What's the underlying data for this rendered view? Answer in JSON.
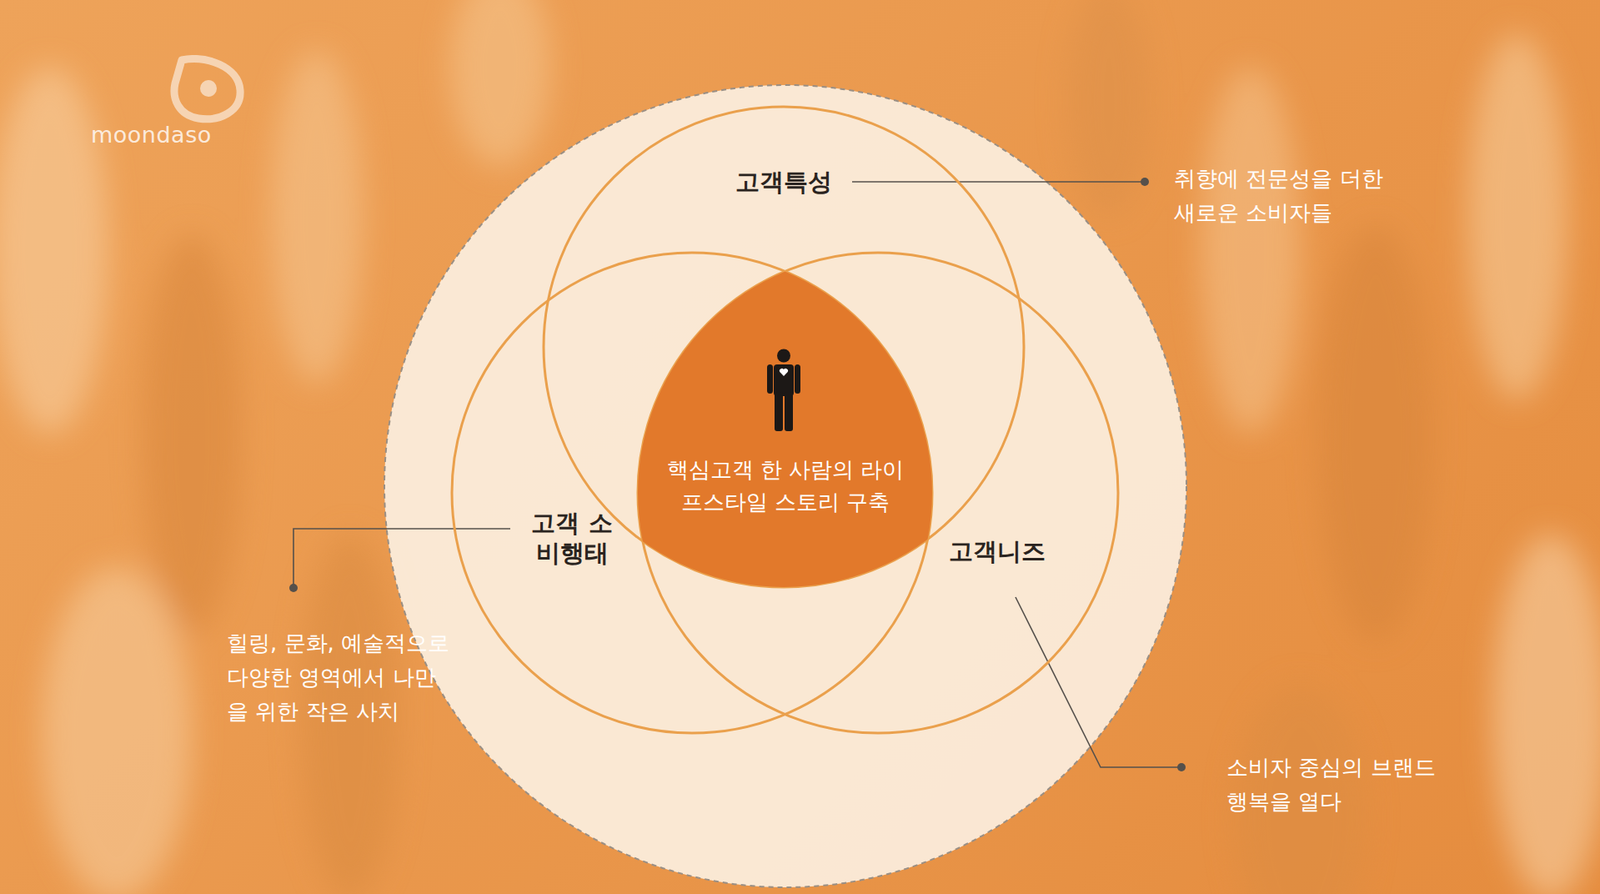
{
  "diagram": {
    "nodes": [
      {
        "text": [
          "고객특성"
        ]
      },
      {
        "text": [
          "고객 소비행태"
        ]
      },
      {
        "text": [
          "고객니즈"
        ]
      },
      {
        "text": [
          "핵심고객 한 사람의 라이프스타일 스토리 구축"
        ]
      }
    ],
    "labels": [
      "moondaso",
      "취향에 전문성을 더한 새로운 소비자들",
      "힐링, 문화, 예술적으로 다양한 영역에서 나만을 위한 작은 사치",
      "소비자 중심의 브랜드 행복을 열다"
    ]
  }
}
